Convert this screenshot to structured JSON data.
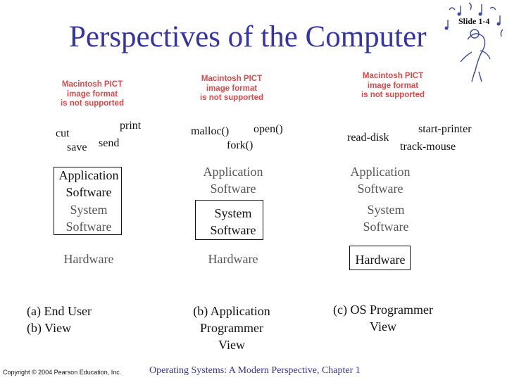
{
  "slide": {
    "title": "Perspectives of the Computer",
    "slide_number": "Slide 1-4"
  },
  "placeholders": {
    "a": [
      "Macintosh PICT",
      "image format",
      "is not supported"
    ],
    "b": [
      "Macintosh PICT",
      "image format",
      "is not supported"
    ],
    "c": [
      "Macintosh PICT",
      "image format",
      "is not supported"
    ]
  },
  "columns": {
    "a": {
      "commands": {
        "cut": "cut",
        "save": "save",
        "send": "send",
        "print": "print"
      },
      "application": [
        "Application",
        "Software"
      ],
      "system": [
        "System",
        "Software"
      ],
      "hardware": "Hardware",
      "caption": [
        "(a)   End User",
        "(b)   View"
      ]
    },
    "b": {
      "commands": {
        "malloc": "malloc()",
        "open": "open()",
        "fork": "fork()"
      },
      "application": [
        "Application",
        "Software"
      ],
      "system": [
        "System",
        "Software"
      ],
      "hardware": "Hardware",
      "caption": [
        "(b) Application",
        "Programmer",
        "View"
      ]
    },
    "c": {
      "commands": {
        "read_disk": "read-disk",
        "start_printer": "start-printer",
        "track_mouse": "track-mouse"
      },
      "application": [
        "Application",
        "Software"
      ],
      "system": [
        "System",
        "Software"
      ],
      "hardware": "Hardware",
      "caption": [
        "(c) OS Programmer",
        "View"
      ]
    }
  },
  "footer": {
    "copyright": "Copyright © 2004 Pearson Education, Inc.",
    "book": "Operating Systems: A Modern Perspective, Chapter 1"
  },
  "colors": {
    "title": "#3434a6",
    "placeholder_text": "#e04848",
    "gray_text": "#555555"
  },
  "icons": [
    "music-notes-decoration-icon"
  ]
}
